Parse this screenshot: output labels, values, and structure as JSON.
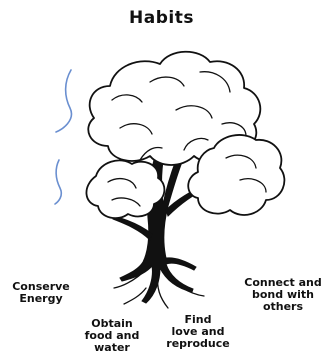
{
  "title": "Habits",
  "labels": {
    "conserve": "Conserve\nEnergy",
    "obtain": "Obtain\nfood and\nwater",
    "find": "Find\nlove and\nreproduce",
    "connect": "Connect and\nbond with\nothers"
  },
  "colors": {
    "ink": "#111111",
    "accent": "#6a8fd0",
    "canopy_fill": "#ffffff"
  }
}
